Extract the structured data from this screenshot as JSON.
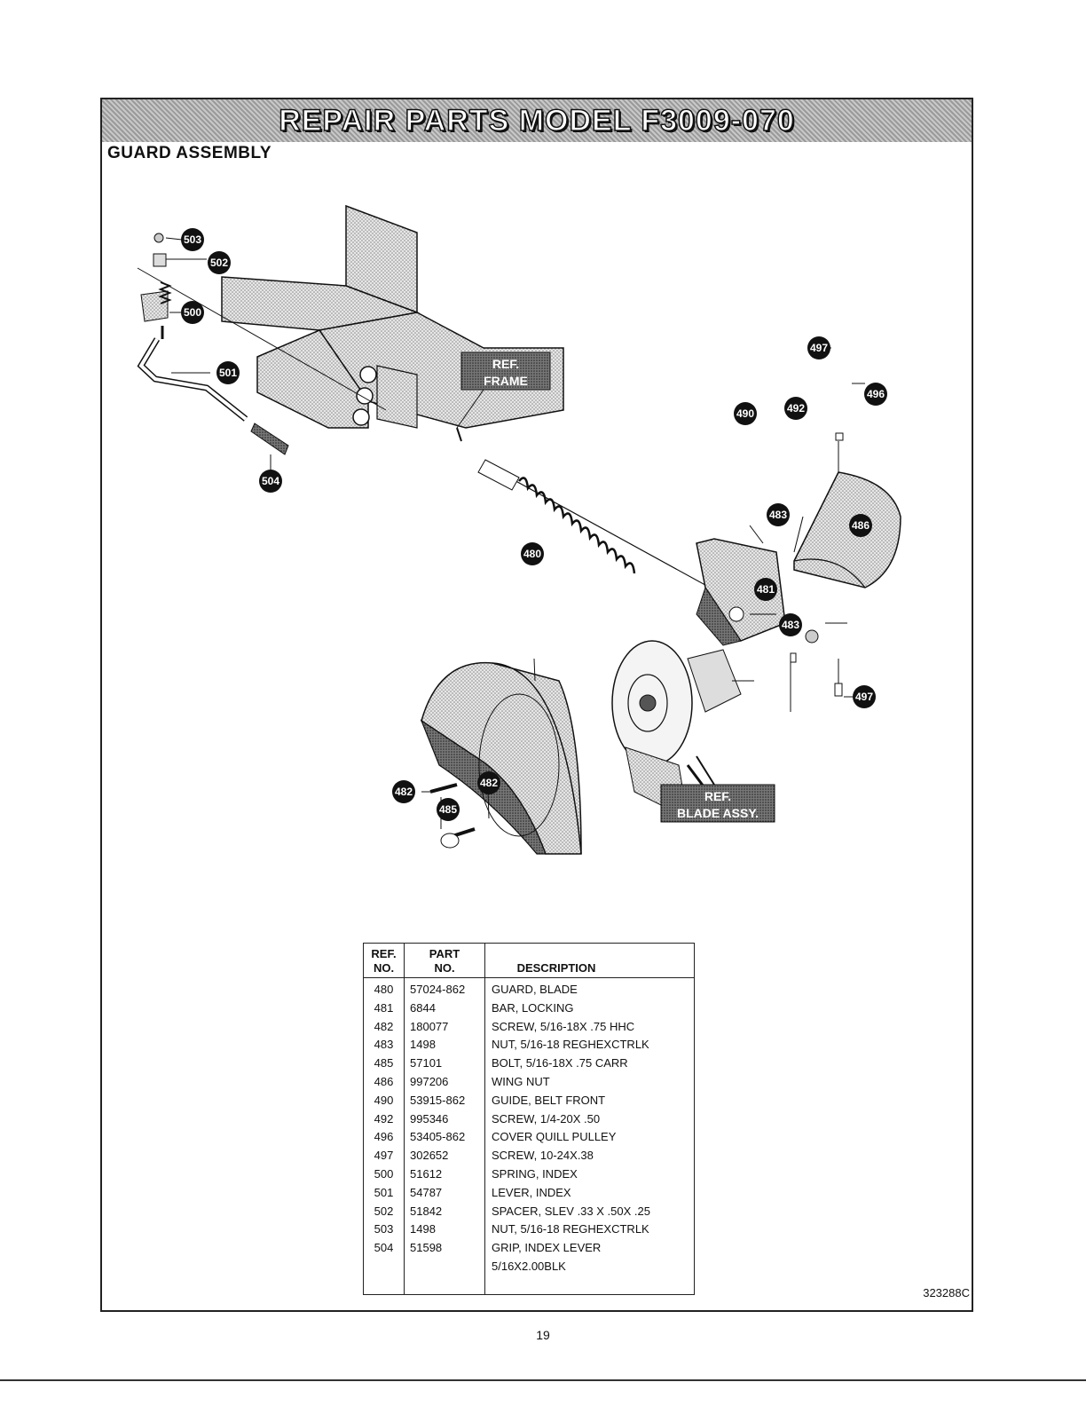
{
  "header": {
    "title": "REPAIR PARTS MODEL F3009-070",
    "subtitle": "GUARD ASSEMBLY"
  },
  "diagram": {
    "ref_labels": [
      {
        "line1": "REF.",
        "line2": "FRAME"
      },
      {
        "line1": "REF.",
        "line2": "BLADE ASSY."
      }
    ],
    "callouts": [
      "503",
      "502",
      "500",
      "501",
      "504",
      "497",
      "496",
      "490",
      "492",
      "483",
      "486",
      "480",
      "481",
      "483",
      "497",
      "482",
      "482",
      "485"
    ]
  },
  "table": {
    "headers": {
      "ref_1": "REF.",
      "ref_2": "NO.",
      "part_1": "PART",
      "part_2": "NO.",
      "description": "DESCRIPTION"
    },
    "rows": [
      {
        "ref": "480",
        "part": "57024-862",
        "desc": "GUARD, BLADE"
      },
      {
        "ref": "481",
        "part": "6844",
        "desc": "BAR, LOCKING"
      },
      {
        "ref": "482",
        "part": "180077",
        "desc": "SCREW, 5/16-18X .75 HHC"
      },
      {
        "ref": "483",
        "part": "1498",
        "desc": "NUT, 5/16-18 REGHEXCTRLK"
      },
      {
        "ref": "485",
        "part": "57101",
        "desc": "BOLT, 5/16-18X .75 CARR"
      },
      {
        "ref": "486",
        "part": "997206",
        "desc": "WING NUT"
      },
      {
        "ref": "490",
        "part": "53915-862",
        "desc": "GUIDE, BELT FRONT"
      },
      {
        "ref": "492",
        "part": "995346",
        "desc": "SCREW, 1/4-20X .50"
      },
      {
        "ref": "496",
        "part": "53405-862",
        "desc": "COVER QUILL PULLEY"
      },
      {
        "ref": "497",
        "part": "302652",
        "desc": "SCREW, 10-24X.38"
      },
      {
        "ref": "500",
        "part": "51612",
        "desc": "SPRING, INDEX"
      },
      {
        "ref": "501",
        "part": "54787",
        "desc": "LEVER, INDEX"
      },
      {
        "ref": "502",
        "part": "51842",
        "desc": "SPACER, SLEV .33 X .50X .25"
      },
      {
        "ref": "503",
        "part": "1498",
        "desc": "NUT, 5/16-18 REGHEXCTRLK"
      },
      {
        "ref": "504",
        "part": "51598",
        "desc": "GRIP, INDEX LEVER"
      },
      {
        "ref": "",
        "part": "",
        "desc": "5/16X2.00BLK"
      }
    ]
  },
  "drawing_number": "323288C",
  "page_number": "19"
}
